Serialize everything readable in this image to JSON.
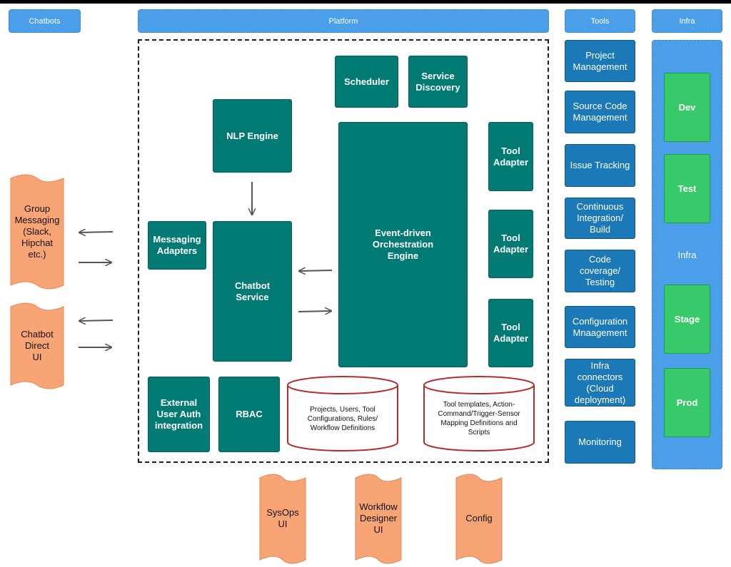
{
  "headers": {
    "chatbots": "Chatbots",
    "platform": "Platform",
    "tools": "Tools",
    "infra": "Infra"
  },
  "platform": {
    "scheduler": "Scheduler",
    "service_discovery": "Service\nDiscovery",
    "nlp_engine": "NLP Engine",
    "messaging_adapters": "Messaging\nAdapters",
    "chatbot_service": "Chatbot\nService",
    "orchestration_engine": "Event-driven\nOrchestration\nEngine",
    "tool_adapter_1": "Tool\nAdapter",
    "tool_adapter_2": "Tool\nAdapter",
    "tool_adapter_3": "Tool\nAdapter",
    "external_auth": "External\nUser Auth\nintegration",
    "rbac": "RBAC",
    "db_projects": "Projects, Users, Tool\nConfigurations, Rules/\nWorkflow Definitions",
    "db_templates": "Tool templates, Action-\nCommand/Trigger-Sensor\nMapping Definitions and\nScripts"
  },
  "chatbots": {
    "group_messaging": "Group\nMessaging\n(Slack,\nHipchat\netc.)",
    "chatbot_direct_ui": "Chatbot\nDirect\nUI"
  },
  "tools": [
    "Project\nManagement",
    "Source Code\nManagement",
    "Issue Tracking",
    "Continuous\nIntegration/\nBuild",
    "Code\ncoverage/\nTesting",
    "Configuration\nMnaagement",
    "Infra\nconnectors\n(Cloud\ndeployment)",
    "Monitoring"
  ],
  "infra": {
    "label": "Infra",
    "envs": [
      "Dev",
      "Test",
      "Stage",
      "Prod"
    ]
  },
  "bottom_uis": {
    "sysops": "SysOps\nUI",
    "workflow_designer": "Workflow\nDesigner\nUI",
    "config": "Config"
  },
  "colors": {
    "header_blue": "#4a9fe8",
    "teal": "#007a72",
    "tool_blue": "#1c79b8",
    "env_green": "#38c96b",
    "ui_orange": "#f9a474",
    "db_red": "#b0302a"
  }
}
